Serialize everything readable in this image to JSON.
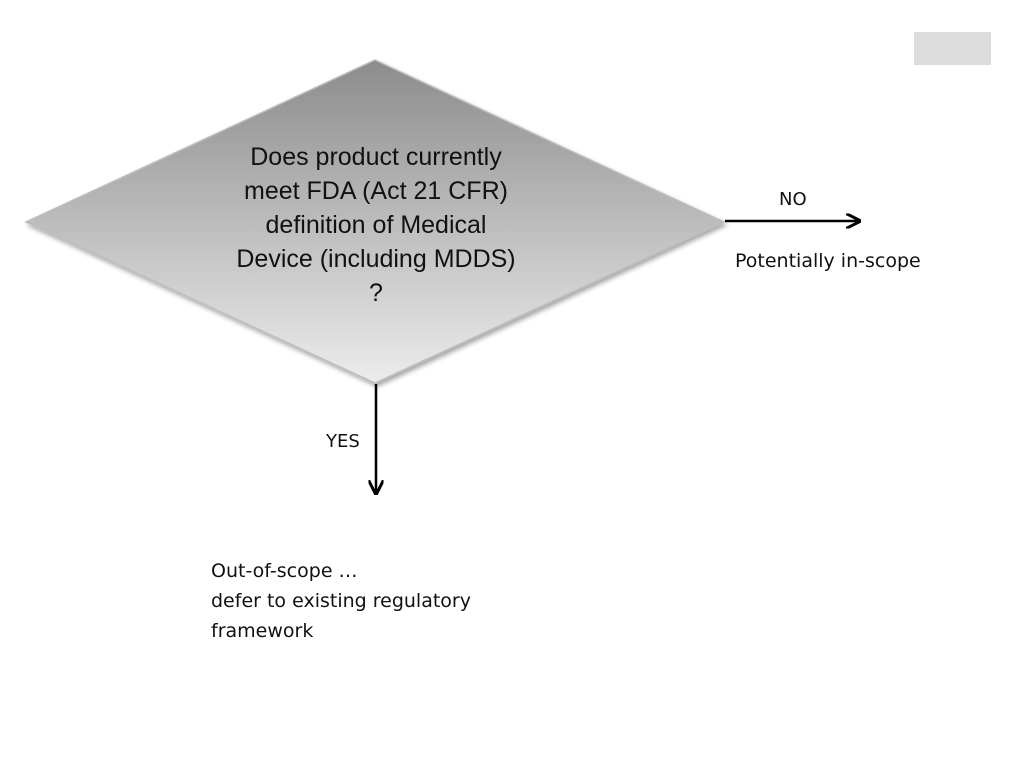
{
  "question": {
    "line1": "Does product currently",
    "line2": "meet FDA (Act 21 CFR)",
    "line3": "definition of Medical",
    "line4": "Device (including MDDS)",
    "line5": "?"
  },
  "branches": {
    "no": {
      "label": "NO",
      "outcome": "Potentially in-scope"
    },
    "yes": {
      "label": "YES",
      "outcome_line1": "Out-of-scope …",
      "outcome_line2": "defer to existing regulatory",
      "outcome_line3": "framework"
    }
  },
  "colors": {
    "diamond_top": "#8e8e8e",
    "diamond_bottom": "#e8e8e8",
    "arrow": "#000000",
    "corner_box": "#dcdcdc"
  }
}
